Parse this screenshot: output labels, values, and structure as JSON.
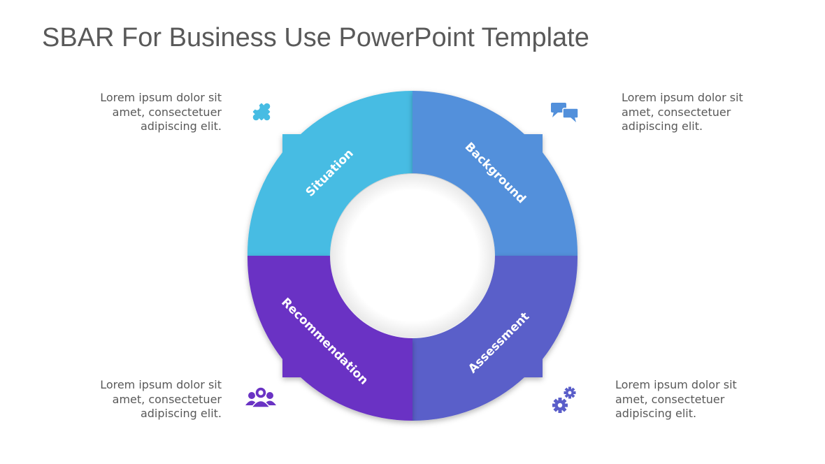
{
  "title": "SBAR For Business Use PowerPoint Template",
  "segments": [
    {
      "id": "situation",
      "label": "Situation",
      "color": "#47BCE3",
      "icon": "puzzle-icon"
    },
    {
      "id": "background",
      "label": "Background",
      "color": "#5290DB",
      "icon": "chat-bubbles-icon"
    },
    {
      "id": "assessment",
      "label": "Assessment",
      "color": "#5A5EC9",
      "icon": "gears-icon"
    },
    {
      "id": "recommendation",
      "label": "Recommendation",
      "color": "#6A33C4",
      "icon": "team-icon"
    }
  ],
  "descriptions": {
    "top_left": [
      "Lorem ipsum dolor sit",
      "amet, consectetuer",
      "adipiscing elit."
    ],
    "top_right": [
      "Lorem ipsum dolor sit",
      "amet, consectetuer",
      "adipiscing elit."
    ],
    "bottom_left": [
      "Lorem ipsum dolor sit",
      "amet, consectetuer",
      "adipiscing elit."
    ],
    "bottom_right": [
      "Lorem ipsum dolor sit",
      "amet, consectetuer",
      "adipiscing elit."
    ]
  }
}
